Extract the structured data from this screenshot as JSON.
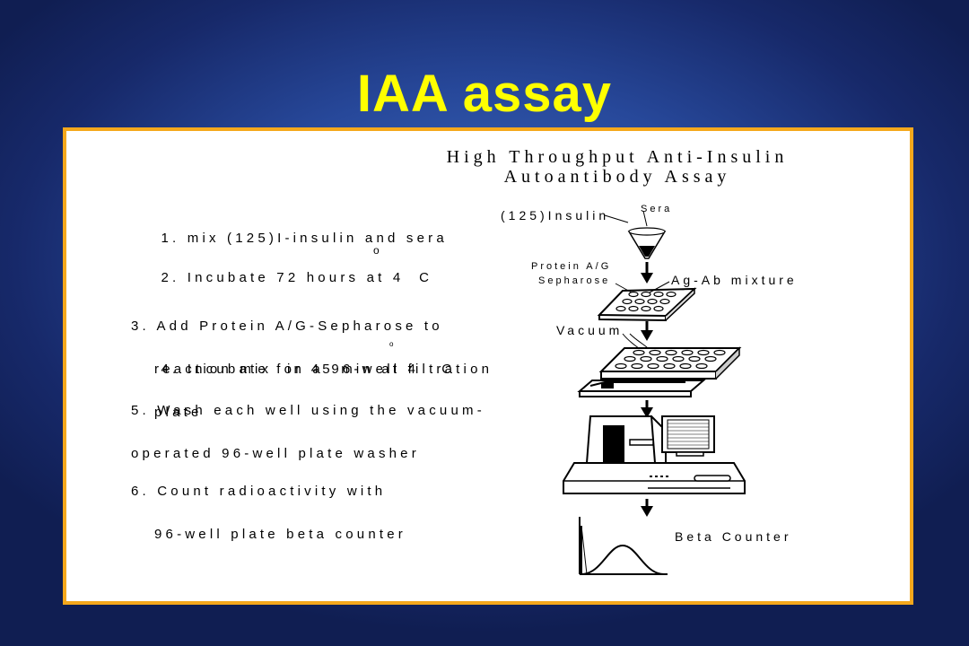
{
  "slide": {
    "title": "IAA assay"
  },
  "diagram": {
    "title_line1": "High Throughput Anti-Insulin",
    "title_line2": "Autoantibody Assay",
    "steps": [
      {
        "line1": "1. mix (125)I-insulin and sera",
        "line2": ""
      },
      {
        "line1": "2. Incubate 72 hours at 4  C",
        "line2": ""
      },
      {
        "line1": "3. Add Protein A/G-Sepharose to",
        "line2": "reaction mix  in a 96-well filtration",
        "line3": "plate"
      },
      {
        "line1": "4. Incubate for 45 min at 4   C",
        "line2": ""
      },
      {
        "line1": "5. Wash each well using the vacuum-",
        "line2": "operated 96-well plate washer"
      },
      {
        "line1": "6. Count radioactivity with",
        "line2": "96-well plate beta counter"
      }
    ],
    "degree_symbol": "o",
    "labels": {
      "insulin": "(125)Insulin",
      "sera": "Sera",
      "protein_line1": "Protein A/G",
      "protein_line2": "Sepharose",
      "mixture": "Ag-Ab mixture",
      "vacuum": "Vacuum",
      "beta_counter": "Beta Counter"
    }
  },
  "colors": {
    "title": "#ffff00",
    "panel_border": "#f5a81c",
    "background": "#27489a"
  }
}
